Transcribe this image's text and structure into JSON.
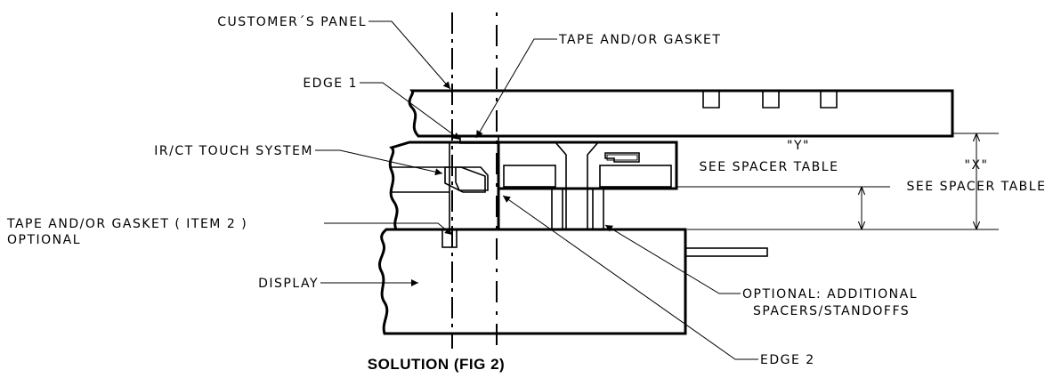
{
  "labels": {
    "customers_panel": "CUSTOMER´S PANEL",
    "tape_gasket_top": "TAPE AND/OR GASKET",
    "edge1": "EDGE 1",
    "ir_ct": "IR/CT TOUCH SYSTEM",
    "tape_gasket_item2_line1": "TAPE AND/OR GASKET ( ITEM 2 )",
    "tape_gasket_item2_line2": "OPTIONAL",
    "display": "DISPLAY",
    "y_dim": "\"Y\"",
    "y_see": "SEE SPACER TABLE",
    "x_dim": "\"X\"",
    "x_see": "SEE SPACER TABLE",
    "optional_line1": "OPTIONAL: ADDITIONAL",
    "optional_line2": "SPACERS/STANDOFFS",
    "edge2": "EDGE 2"
  },
  "caption": "SOLUTION (FIG 2)"
}
